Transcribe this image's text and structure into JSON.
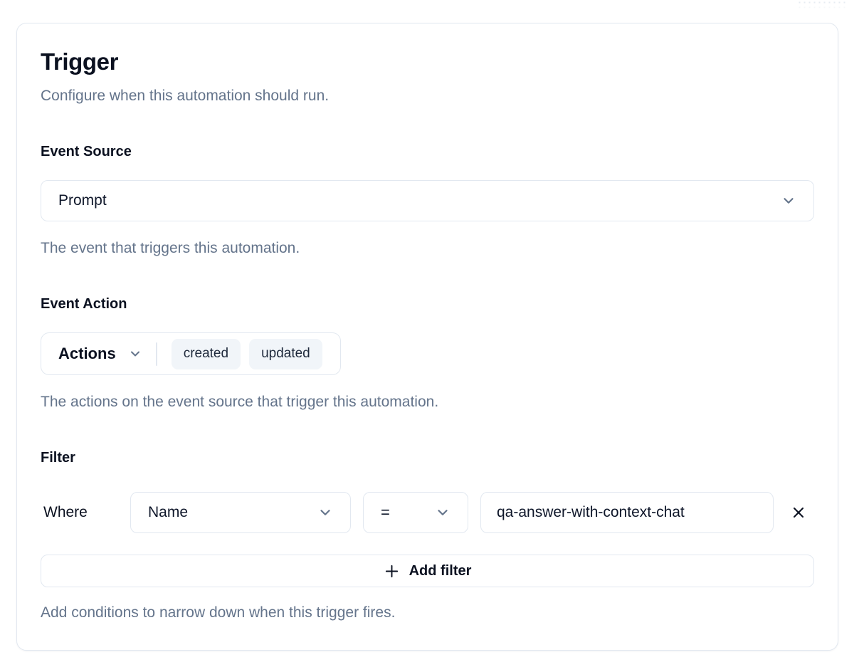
{
  "card": {
    "title": "Trigger",
    "subtitle": "Configure when this automation should run."
  },
  "event_source": {
    "label": "Event Source",
    "value": "Prompt",
    "help": "The event that triggers this automation."
  },
  "event_action": {
    "label": "Event Action",
    "dropdown_label": "Actions",
    "selected": [
      "created",
      "updated"
    ],
    "help": "The actions on the event source that trigger this automation."
  },
  "filter": {
    "label": "Filter",
    "where_label": "Where",
    "rows": [
      {
        "field": "Name",
        "operator": "=",
        "value": "qa-answer-with-context-chat"
      }
    ],
    "add_button_label": "Add filter",
    "help": "Add conditions to narrow down when this trigger fires."
  },
  "icons": {
    "chevron_down": "chevron-down-icon",
    "close": "close-icon",
    "plus": "plus-icon"
  },
  "colors": {
    "heading": "#0b1120",
    "muted_text": "#64748b",
    "border": "#e2e8f0",
    "chip_background": "#f1f5f9",
    "background": "#ffffff"
  }
}
